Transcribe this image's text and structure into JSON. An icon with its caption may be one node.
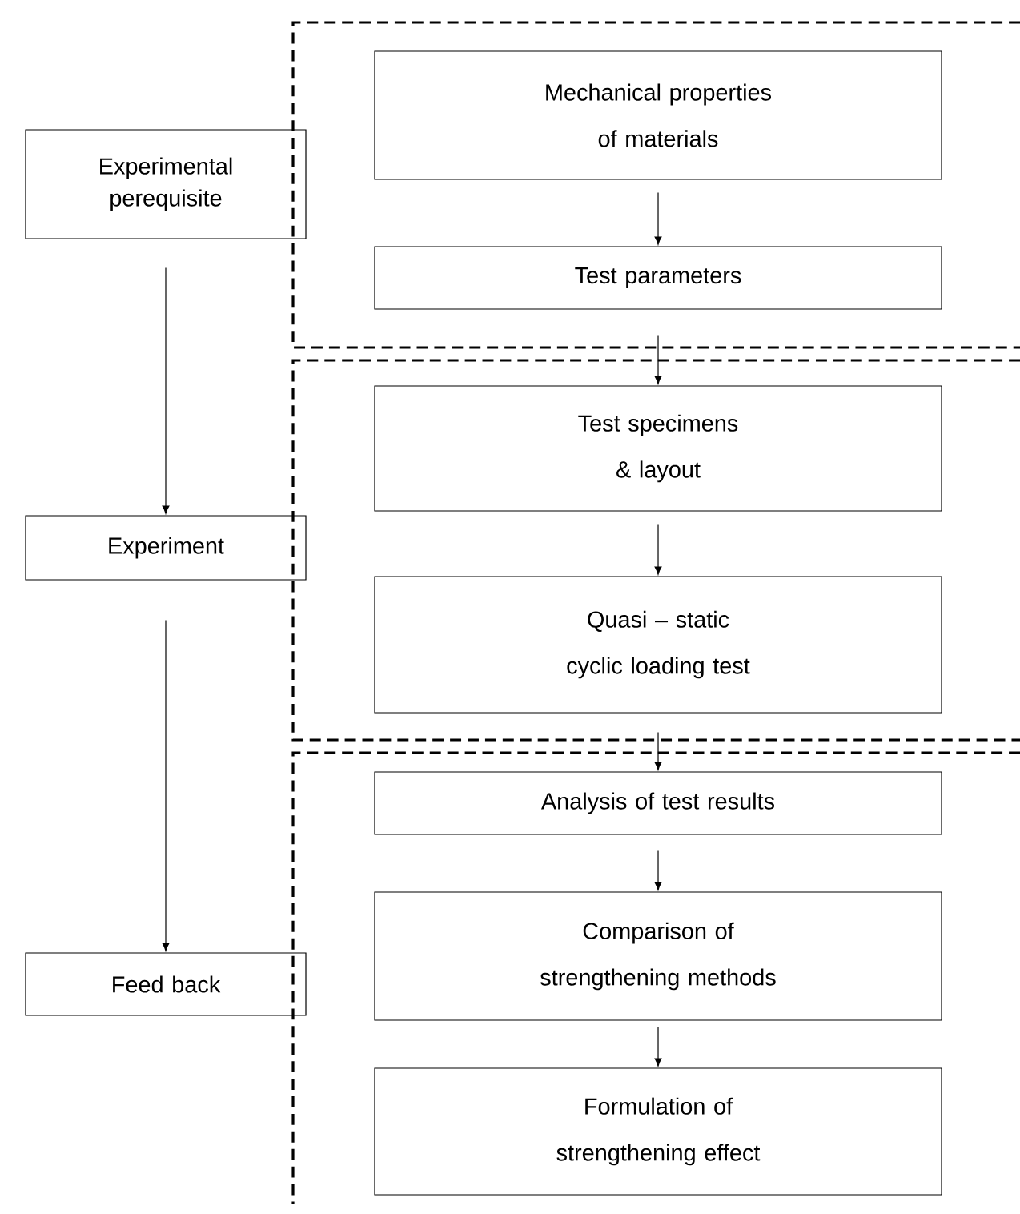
{
  "diagram": {
    "nodes": [
      {
        "text": [],
        "shape": "box"
      },
      {
        "text": [
          "Mechanical properties of materials"
        ],
        "in": 0
      },
      {
        "text": [
          "Test parameters"
        ],
        "in": 0
      },
      {
        "text": [],
        "shape": "box"
      },
      {
        "text": [
          "Test specimens & layout"
        ],
        "in": 3
      },
      {
        "text": [
          "Quasi – static cyclic loading test"
        ],
        "in": 3
      },
      {
        "text": [],
        "shape": "box"
      },
      {
        "text": [
          "Analysis of test results"
        ],
        "in": 6
      },
      {
        "text": [
          "Comparison of strengthening methods"
        ],
        "in": 6
      },
      {
        "text": [
          "Formulation of strengthening effect"
        ],
        "in": 6
      },
      {
        "text": [
          "Experimental perequisite"
        ]
      },
      {
        "text": [
          "Experiment"
        ]
      },
      {
        "text": [
          "Feed back"
        ]
      }
    ],
    "edges": [
      {
        "from": 1,
        "to": 2,
        "arrow": "to"
      },
      {
        "from": 2,
        "to": 4,
        "arrow": "to"
      },
      {
        "from": 4,
        "to": 5,
        "arrow": "to"
      },
      {
        "from": 5,
        "to": 7,
        "arrow": "to"
      },
      {
        "from": 7,
        "to": 8,
        "arrow": "to"
      },
      {
        "from": 8,
        "to": 9,
        "arrow": "to"
      },
      {
        "from": 10,
        "to": 11,
        "arrow": "to"
      },
      {
        "from": 11,
        "to": 12,
        "arrow": "to"
      }
    ]
  }
}
